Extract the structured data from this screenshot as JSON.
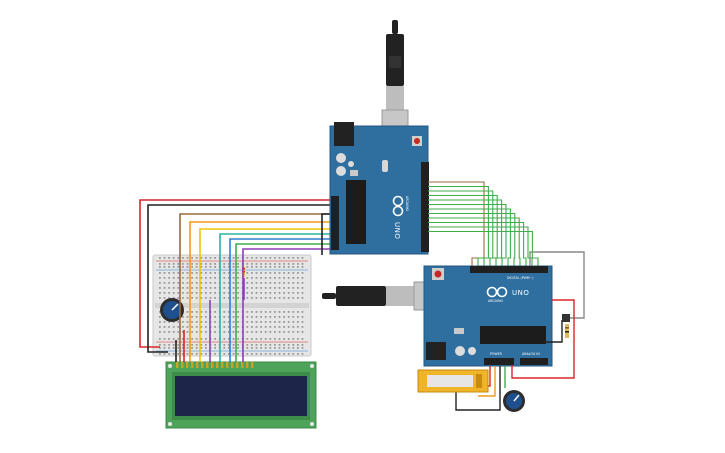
{
  "board_top": {
    "model": "UNO",
    "brand": "ARDUINO"
  },
  "board_bottom": {
    "model": "UNO",
    "brand": "ARDUINO",
    "digital_header": "DIGITAL (PWM~)",
    "power_header": "POWER",
    "analog_header": "ANALOG IN"
  },
  "colors": {
    "board": "#2f6f9f",
    "board_edge": "#235a83",
    "breadboard": "#e6e6e6",
    "lcd_pcb": "#4ea35a",
    "lcd_screen": "#1d2548",
    "wire_red": "#d8262b",
    "wire_black": "#222222",
    "wire_green": "#3fae49",
    "wire_brown": "#9a6a3c",
    "wire_orange": "#f29a1f",
    "wire_yellow": "#f2c500",
    "wire_teal": "#2ab3a6",
    "wire_blue": "#2f7fd3",
    "wire_purple": "#8e3fb3",
    "wire_gray": "#8a8a8a",
    "usb_plug": "#222222",
    "usb_metal": "#bdbdbd",
    "pot_knob": "#1f4f8c"
  },
  "icons": {
    "infinity_logo": "arduino-infinity-icon",
    "usb": "usb-connector-icon"
  }
}
